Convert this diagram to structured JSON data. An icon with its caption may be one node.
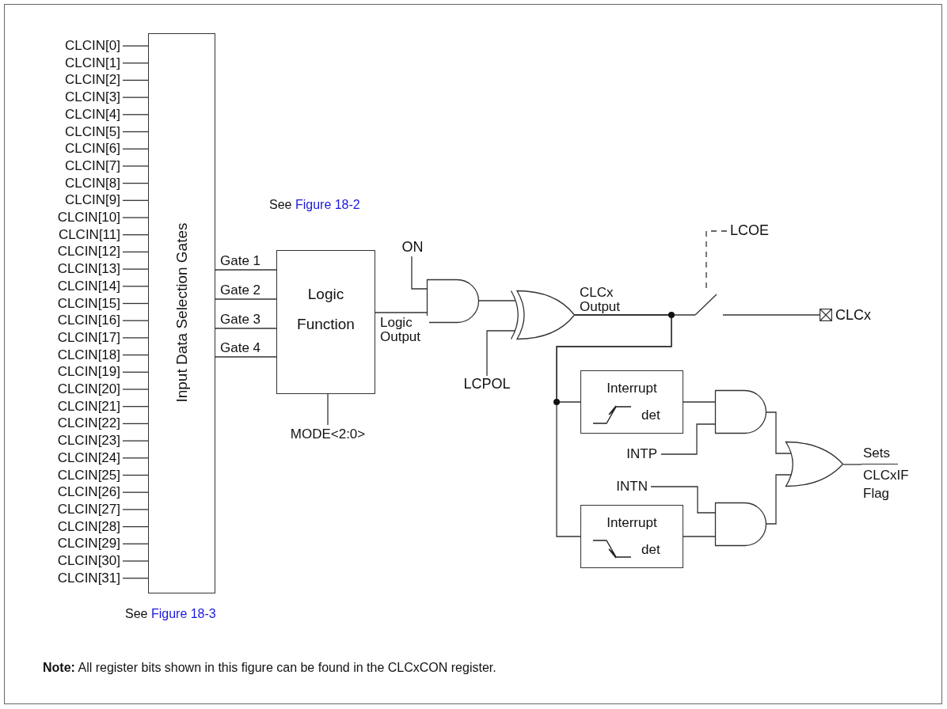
{
  "diagram": {
    "nodes": [
      {
        "text": [
          "CLCIN[0]"
        ]
      },
      {
        "text": [
          "CLCIN[1]"
        ]
      },
      {
        "text": [
          "CLCIN[2]"
        ]
      },
      {
        "text": [
          "CLCIN[3]"
        ]
      },
      {
        "text": [
          "CLCIN[4]"
        ]
      },
      {
        "text": [
          "CLCIN[5]"
        ]
      },
      {
        "text": [
          "CLCIN[6]"
        ]
      },
      {
        "text": [
          "CLCIN[7]"
        ]
      },
      {
        "text": [
          "CLCIN[8]"
        ]
      },
      {
        "text": [
          "CLCIN[9]"
        ]
      },
      {
        "text": [
          "CLCIN[10]"
        ]
      },
      {
        "text": [
          "CLCIN[11]"
        ]
      },
      {
        "text": [
          "CLCIN[12]"
        ]
      },
      {
        "text": [
          "CLCIN[13]"
        ]
      },
      {
        "text": [
          "CLCIN[14]"
        ]
      },
      {
        "text": [
          "CLCIN[15]"
        ]
      },
      {
        "text": [
          "CLCIN[16]"
        ]
      },
      {
        "text": [
          "CLCIN[17]"
        ]
      },
      {
        "text": [
          "CLCIN[18]"
        ]
      },
      {
        "text": [
          "CLCIN[19]"
        ]
      },
      {
        "text": [
          "CLCIN[20]"
        ]
      },
      {
        "text": [
          "CLCIN[21]"
        ]
      },
      {
        "text": [
          "CLCIN[22]"
        ]
      },
      {
        "text": [
          "CLCIN[23]"
        ]
      },
      {
        "text": [
          "CLCIN[24]"
        ]
      },
      {
        "text": [
          "CLCIN[25]"
        ]
      },
      {
        "text": [
          "CLCIN[26]"
        ]
      },
      {
        "text": [
          "CLCIN[27]"
        ]
      },
      {
        "text": [
          "CLCIN[28]"
        ]
      },
      {
        "text": [
          "CLCIN[29]"
        ]
      },
      {
        "text": [
          "CLCIN[30]"
        ]
      },
      {
        "text": [
          "CLCIN[31]"
        ]
      },
      {
        "text": [
          "Input Data Selection Gates"
        ]
      },
      {
        "text": [
          "Logic Function"
        ]
      },
      {
        "text": [
          "MODE<2:0>"
        ]
      },
      {
        "text": [
          "ON"
        ]
      },
      {
        "text": [],
        "shape": "gate"
      },
      {
        "text": [
          "LCPOL"
        ]
      },
      {
        "text": [],
        "shape": "gate"
      },
      {
        "text": [
          "LCOE"
        ]
      },
      {
        "text": [],
        "shape": "switch"
      },
      {
        "text": [
          "CLCx"
        ]
      },
      {
        "text": [
          "Interrupt",
          "det"
        ]
      },
      {
        "text": [
          "INTP"
        ]
      },
      {
        "text": [
          "INTN"
        ]
      },
      {
        "text": [
          "Interrupt",
          "det"
        ]
      },
      {
        "text": [],
        "shape": "gate"
      },
      {
        "text": [],
        "shape": "gate"
      },
      {
        "text": [],
        "shape": "gate"
      },
      {
        "text": [
          "Sets",
          "CLCxIF Flag"
        ]
      }
    ],
    "edges": [
      {
        "from": 0,
        "to": 32,
        "arrow": "none"
      },
      {
        "from": 1,
        "to": 32,
        "arrow": "none"
      },
      {
        "from": 2,
        "to": 32,
        "arrow": "none"
      },
      {
        "from": 3,
        "to": 32,
        "arrow": "none"
      },
      {
        "from": 4,
        "to": 32,
        "arrow": "none"
      },
      {
        "from": 5,
        "to": 32,
        "arrow": "none"
      },
      {
        "from": 6,
        "to": 32,
        "arrow": "none"
      },
      {
        "from": 7,
        "to": 32,
        "arrow": "none"
      },
      {
        "from": 8,
        "to": 32,
        "arrow": "none"
      },
      {
        "from": 9,
        "to": 32,
        "arrow": "none"
      },
      {
        "from": 10,
        "to": 32,
        "arrow": "none"
      },
      {
        "from": 11,
        "to": 32,
        "arrow": "none"
      },
      {
        "from": 12,
        "to": 32,
        "arrow": "none"
      },
      {
        "from": 13,
        "to": 32,
        "arrow": "none"
      },
      {
        "from": 14,
        "to": 32,
        "arrow": "none"
      },
      {
        "from": 15,
        "to": 32,
        "arrow": "none"
      },
      {
        "from": 16,
        "to": 32,
        "arrow": "none"
      },
      {
        "from": 17,
        "to": 32,
        "arrow": "none"
      },
      {
        "from": 18,
        "to": 32,
        "arrow": "none"
      },
      {
        "from": 19,
        "to": 32,
        "arrow": "none"
      },
      {
        "from": 20,
        "to": 32,
        "arrow": "none"
      },
      {
        "from": 21,
        "to": 32,
        "arrow": "none"
      },
      {
        "from": 22,
        "to": 32,
        "arrow": "none"
      },
      {
        "from": 23,
        "to": 32,
        "arrow": "none"
      },
      {
        "from": 24,
        "to": 32,
        "arrow": "none"
      },
      {
        "from": 25,
        "to": 32,
        "arrow": "none"
      },
      {
        "from": 26,
        "to": 32,
        "arrow": "none"
      },
      {
        "from": 27,
        "to": 32,
        "arrow": "none"
      },
      {
        "from": 28,
        "to": 32,
        "arrow": "none"
      },
      {
        "from": 29,
        "to": 32,
        "arrow": "none"
      },
      {
        "from": 30,
        "to": 32,
        "arrow": "none"
      },
      {
        "from": 31,
        "to": 32,
        "arrow": "none"
      },
      {
        "from": 32,
        "to": 33,
        "label": "Gate 1",
        "arrow": "none"
      },
      {
        "from": 32,
        "to": 33,
        "label": "Gate 2",
        "arrow": "none"
      },
      {
        "from": 32,
        "to": 33,
        "label": "Gate 3",
        "arrow": "none"
      },
      {
        "from": 32,
        "to": 33,
        "label": "Gate 4",
        "arrow": "none"
      },
      {
        "from": 34,
        "to": 33,
        "arrow": "none"
      },
      {
        "from": 33,
        "to": 36,
        "label": "Logic Output",
        "arrow": "none"
      },
      {
        "from": 35,
        "to": 36,
        "arrow": "none"
      },
      {
        "from": 36,
        "to": 38,
        "arrow": "none"
      },
      {
        "from": 37,
        "to": 38,
        "arrow": "none"
      },
      {
        "from": 38,
        "to": 40,
        "label": "CLCx Output",
        "arrow": "none"
      },
      {
        "from": 39,
        "to": 40,
        "arrow": "none",
        "style": "dashed"
      },
      {
        "from": 40,
        "to": 41,
        "arrow": "none"
      },
      {
        "from": 38,
        "to": 42,
        "arrow": "none"
      },
      {
        "from": 38,
        "to": 45,
        "arrow": "none"
      },
      {
        "from": 42,
        "to": 46,
        "arrow": "none"
      },
      {
        "from": 43,
        "to": 46,
        "arrow": "none"
      },
      {
        "from": 44,
        "to": 47,
        "arrow": "none"
      },
      {
        "from": 45,
        "to": 47,
        "arrow": "none"
      },
      {
        "from": 46,
        "to": 48,
        "arrow": "none"
      },
      {
        "from": 47,
        "to": 48,
        "arrow": "none"
      },
      {
        "from": 48,
        "to": 49,
        "arrow": "none"
      }
    ],
    "labels": [
      "See",
      "Figure 18-2",
      "See",
      "Figure 18-3",
      "**Note:** All register bits shown in this figure can be found in the CLCxCON register."
    ]
  }
}
